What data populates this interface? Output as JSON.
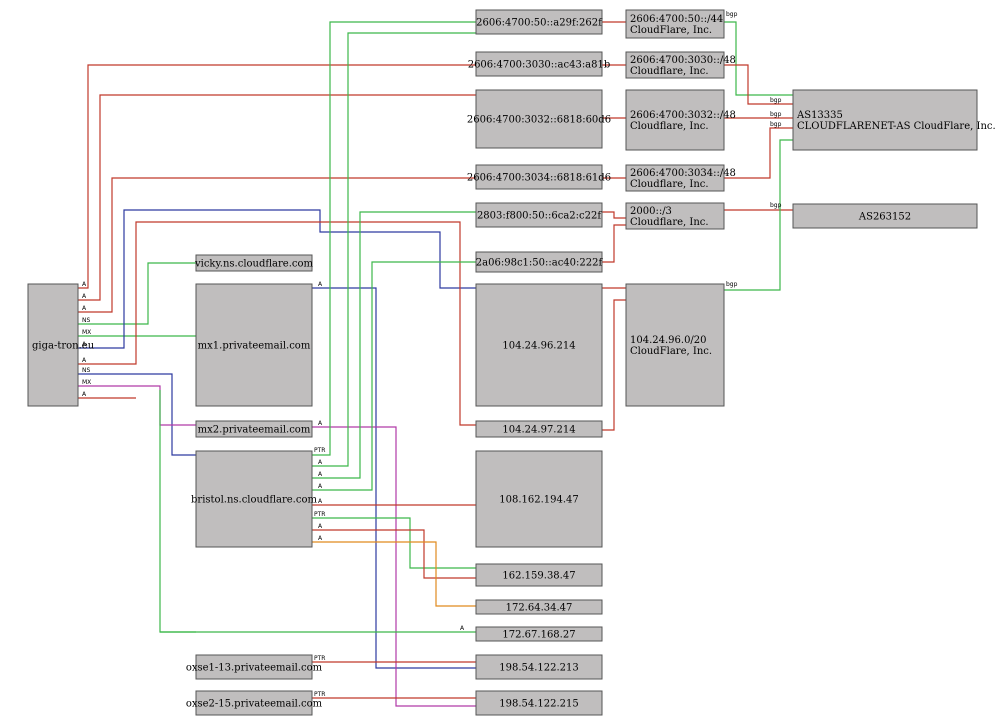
{
  "colors": {
    "red": "#c0392b",
    "green": "#3cb84a",
    "blue": "#2d3aa0",
    "magenta": "#b03aa8",
    "orange": "#e08a1e",
    "node_fill": "#c0bebe"
  },
  "nodes": {
    "domain": "giga-tron.eu",
    "ip6_1": "2606:4700:50::a29f:262f",
    "ip6_2": "2606:4700:3030::ac43:a81b",
    "ip6_3": "2606:4700:3032::6818:60d6",
    "ip6_4": "2606:4700:3034::6818:61d6",
    "ip6_5": "2803:f800:50::6ca2:c22f",
    "ip6_6": "2a06:98c1:50::ac40:222f",
    "pfx_1": [
      "2606:4700:50::/44",
      "CloudFlare, Inc."
    ],
    "pfx_2": [
      "2606:4700:3030::/48",
      "Cloudflare, Inc."
    ],
    "pfx_3": [
      "2606:4700:3032::/48",
      "Cloudflare, Inc."
    ],
    "pfx_4": [
      "2606:4700:3034::/48",
      "Cloudflare, Inc."
    ],
    "pfx_5": [
      "2000::/3",
      "Cloudflare, Inc."
    ],
    "pfx_6": [
      "104.24.96.0/20",
      "CloudFlare, Inc."
    ],
    "as_1": [
      "AS13335",
      "CLOUDFLARENET-AS CloudFlare, Inc."
    ],
    "as_2": "AS263152",
    "ns_vicky": "vicky.ns.cloudflare.com",
    "mx_1": "mx1.privateemail.com",
    "mx_2": "mx2.privateemail.com",
    "ns_bristol": "bristol.ns.cloudflare.com",
    "ip4_1": "104.24.96.214",
    "ip4_2": "104.24.97.214",
    "ip4_3": "108.162.194.47",
    "ip4_4": "162.159.38.47",
    "ip4_5": "172.64.34.47",
    "ip4_6": "172.67.168.27",
    "ip4_7": "198.54.122.213",
    "ip4_8": "198.54.122.215",
    "oxse_1": "oxse1-13.privateemail.com",
    "oxse_2": "oxse2-15.privateemail.com"
  },
  "edge_labels": {
    "a": "A",
    "ns": "NS",
    "mx": "MX",
    "ptr": "PTR",
    "bgp": "bgp"
  }
}
